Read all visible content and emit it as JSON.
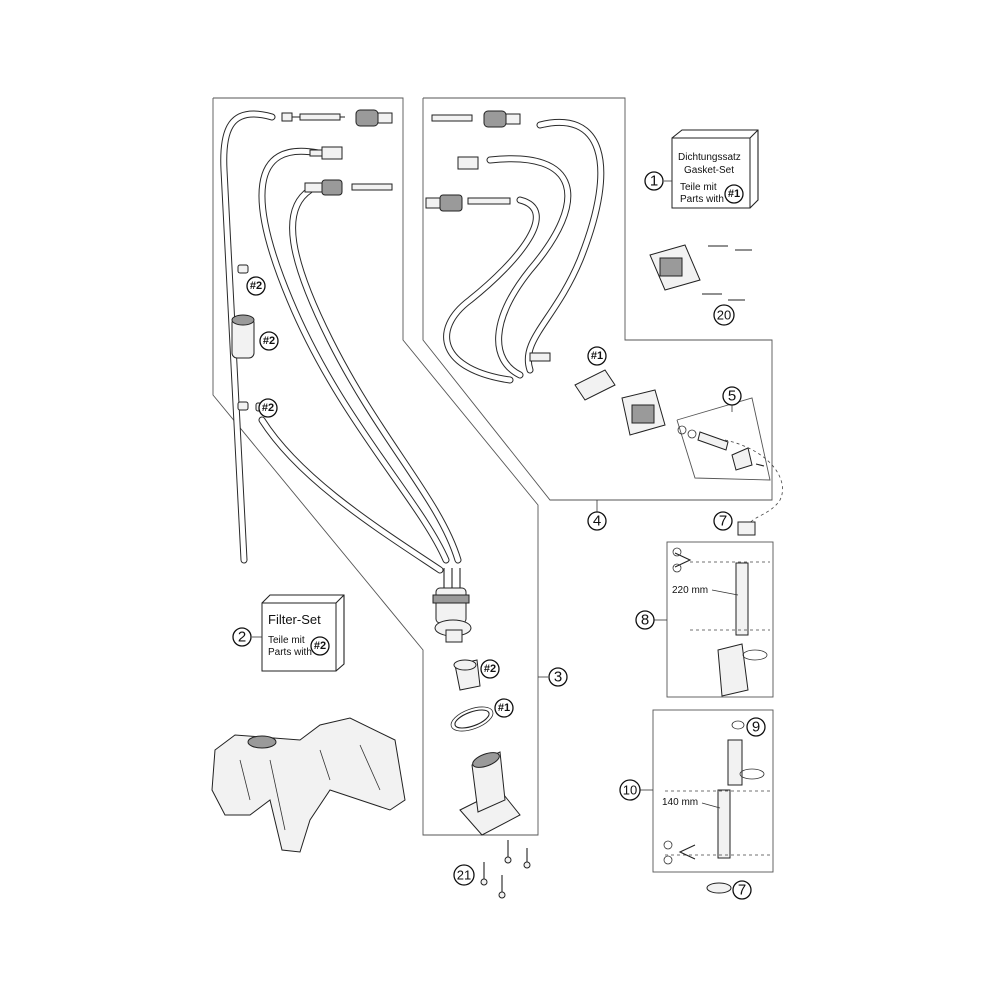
{
  "callouts": {
    "c1": "1",
    "c2": "2",
    "c3": "3",
    "c4": "4",
    "c5": "5",
    "c7a": "7",
    "c7b": "7",
    "c8": "8",
    "c9": "9",
    "c10": "10",
    "c20": "20",
    "c21": "21"
  },
  "refs": {
    "ref1": "#1",
    "ref2": "#2"
  },
  "gasket_set": {
    "line1": "Dichtungssatz",
    "line2": "Gasket-Set",
    "line3": "Teile mit",
    "line4": "Parts with"
  },
  "filter_set": {
    "title": "Filter-Set",
    "line1": "Teile mit",
    "line2": "Parts with"
  },
  "dimensions": {
    "hose_8": "220 mm",
    "hose_10": "140 mm"
  }
}
